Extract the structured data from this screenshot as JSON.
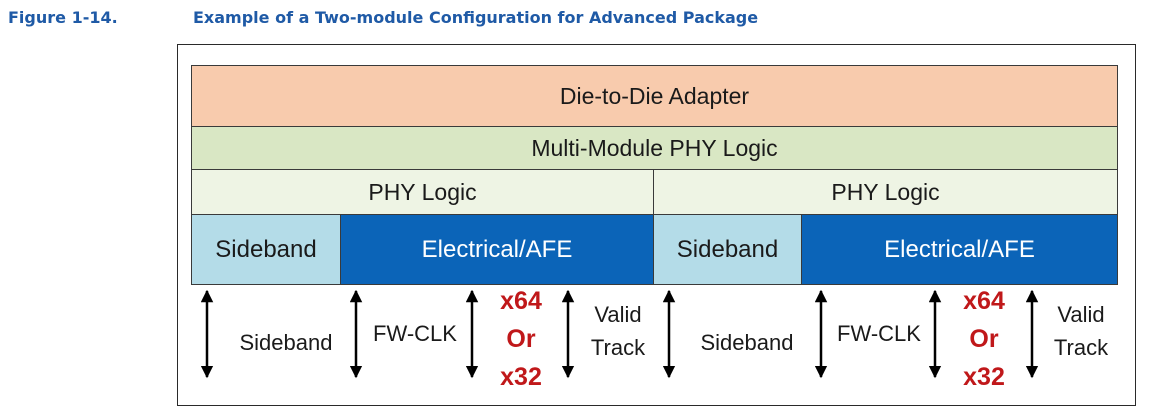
{
  "figure": {
    "number": "Figure 1-14.",
    "title": "Example of a Two-module Configuration for Advanced Package"
  },
  "blocks": {
    "adapter": "Die-to-Die Adapter",
    "multi_module_phy": "Multi-Module PHY Logic",
    "modules": [
      {
        "phy_logic": "PHY Logic",
        "sideband": "Sideband",
        "afe": "Electrical/AFE"
      },
      {
        "phy_logic": "PHY Logic",
        "sideband": "Sideband",
        "afe": "Electrical/AFE"
      }
    ]
  },
  "signals": [
    {
      "sideband": "Sideband",
      "fw_clk": "FW-CLK",
      "width": [
        "x64",
        "Or",
        "x32"
      ],
      "valid": "Valid",
      "track": "Track"
    },
    {
      "sideband": "Sideband",
      "fw_clk": "FW-CLK",
      "width": [
        "x64",
        "Or",
        "x32"
      ],
      "valid": "Valid",
      "track": "Track"
    }
  ],
  "colors": {
    "caption": "#1f5aa6",
    "adapter": "#f8cbad",
    "multi_module_phy": "#d9e7c4",
    "phy_logic": "#eef4e4",
    "sideband": "#b4dce8",
    "afe": "#0b64b8",
    "width_label": "#c0181a"
  }
}
